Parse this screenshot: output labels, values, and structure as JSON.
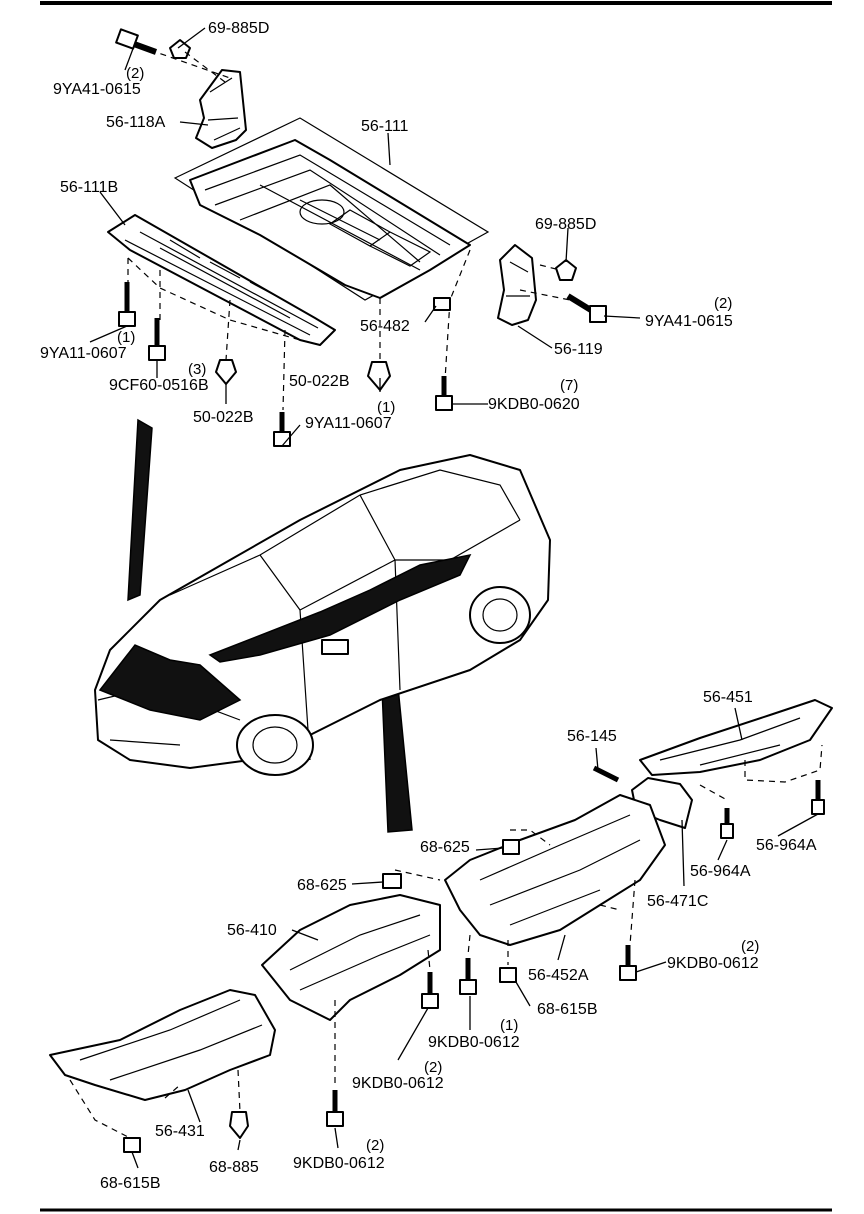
{
  "labels": {
    "l_69_885D_top": "69-885D",
    "l_9YA41_0615_top": "9YA41-0615",
    "q_9YA41_0615_top": "(2)",
    "l_56_118A": "56-118A",
    "l_56_111": "56-111",
    "l_56_111B": "56-111B",
    "l_69_885D_right": "69-885D",
    "l_9YA41_0615_right": "9YA41-0615",
    "q_9YA41_0615_right": "(2)",
    "l_56_482": "56-482",
    "l_56_119": "56-119",
    "l_9YA11_0607_left": "9YA11-0607",
    "q_9YA11_0607_left": "(1)",
    "l_9CF60_0516B": "9CF60-0516B",
    "q_9CF60_0516B": "(3)",
    "l_50_022B_mid": "50-022B",
    "l_50_022B_low": "50-022B",
    "l_9YA11_0607_mid": "9YA11-0607",
    "q_9YA11_0607_mid": "(1)",
    "l_9KDB0_0620": "9KDB0-0620",
    "q_9KDB0_0620": "(7)",
    "l_56_451": "56-451",
    "l_56_145": "56-145",
    "l_68_625_a": "68-625",
    "l_68_625_b": "68-625",
    "l_56_964A_right": "56-964A",
    "l_56_964A_mid": "56-964A",
    "l_56_471C": "56-471C",
    "l_56_410": "56-410",
    "l_9KDB0_0612_right": "9KDB0-0612",
    "q_9KDB0_0612_right": "(2)",
    "l_56_452A": "56-452A",
    "l_68_615B_mid": "68-615B",
    "l_9KDB0_0612_mid": "9KDB0-0612",
    "q_9KDB0_0612_mid": "(1)",
    "l_9KDB0_0612_lowmid": "9KDB0-0612",
    "q_9KDB0_0612_lowmid": "(2)",
    "l_56_431": "56-431",
    "l_68_885": "68-885",
    "l_9KDB0_0612_bottom": "9KDB0-0612",
    "q_9KDB0_0612_bottom": "(2)",
    "l_68_615B_bottom": "68-615B"
  }
}
